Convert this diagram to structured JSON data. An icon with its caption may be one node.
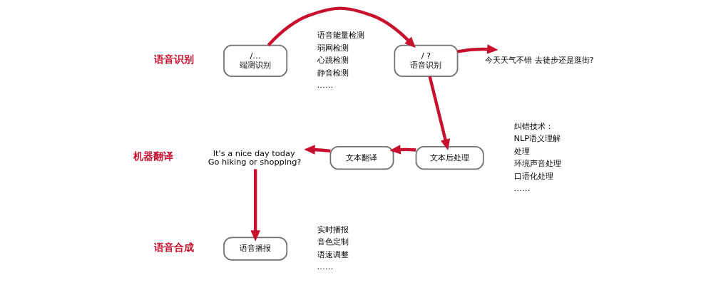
{
  "diagram": {
    "nodes": [
      {
        "text": [
          "/…",
          "端测识别"
        ]
      },
      {
        "text": [
          "/ ?",
          "语音识别"
        ]
      },
      {
        "text": [
          "今天天气不错 去徒步还是逛街?"
        ]
      },
      {
        "text": [
          "文本后处理"
        ]
      },
      {
        "text": [
          "文本翻译"
        ]
      },
      {
        "text": [
          "It's a nice day today Go hiking or shopping?"
        ]
      },
      {
        "text": [
          "语音播报"
        ]
      }
    ],
    "edges": [
      {
        "from": 0,
        "to": 1,
        "arrow": "to"
      },
      {
        "from": 1,
        "to": 2,
        "arrow": "to"
      },
      {
        "from": 1,
        "to": 3,
        "arrow": "to"
      },
      {
        "from": 3,
        "to": 4,
        "arrow": "to"
      },
      {
        "from": 4,
        "to": 5,
        "arrow": "to"
      },
      {
        "from": 5,
        "to": 6,
        "arrow": "to"
      }
    ],
    "labels": [
      "语音识别",
      "语音能量检测",
      "弱网检测",
      "心跳检测",
      "静音检测",
      "……",
      "机器翻译",
      "纠错技术：",
      "NLP语义理解",
      "处理",
      "环境声音处理",
      "口语化处理",
      "……",
      "语音合成",
      "实时播报",
      "音色定制",
      "语速调整",
      "……"
    ]
  }
}
